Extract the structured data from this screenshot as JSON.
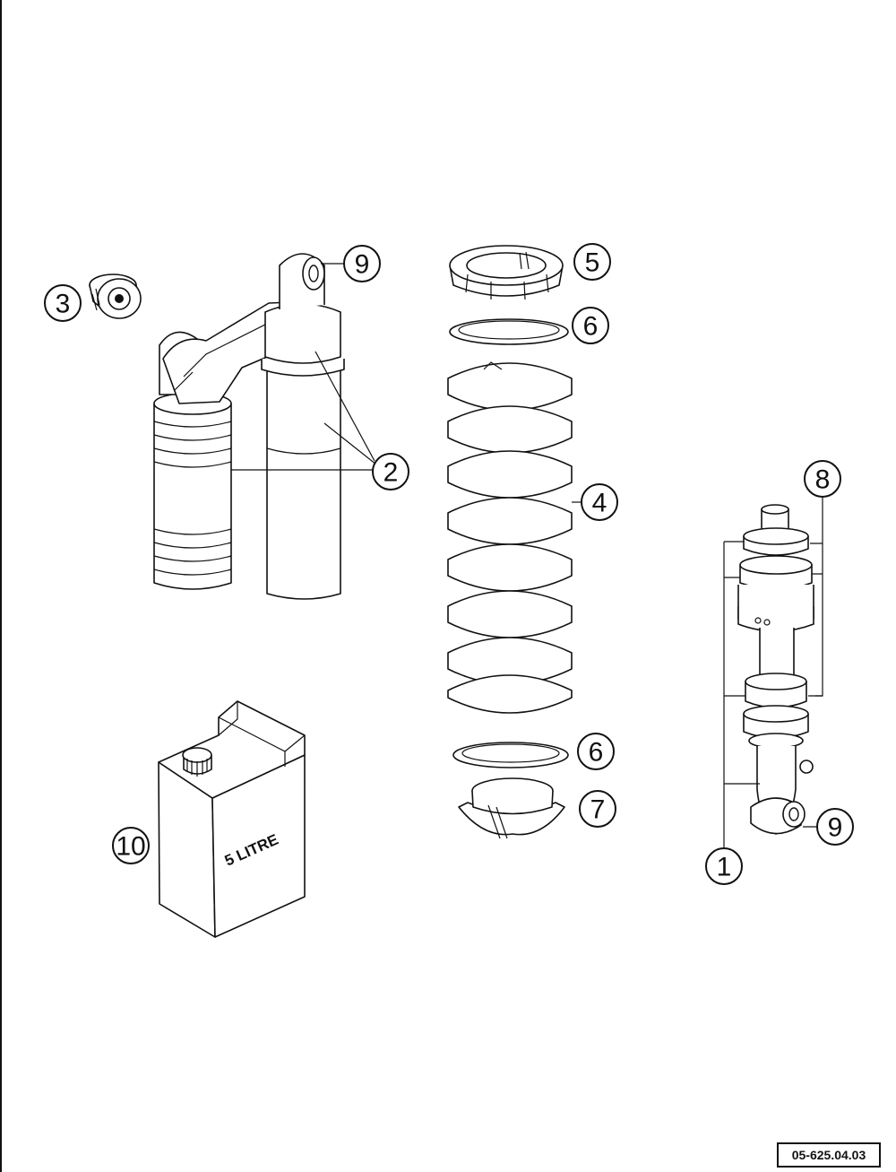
{
  "callouts": [
    "1",
    "2",
    "3",
    "4",
    "5",
    "6",
    "6",
    "7",
    "8",
    "9",
    "9",
    "10"
  ],
  "container_label": "5 LITRE",
  "reference_code": "05-625.04.03",
  "colors": {
    "line": "#111111",
    "background": "#ffffff"
  }
}
